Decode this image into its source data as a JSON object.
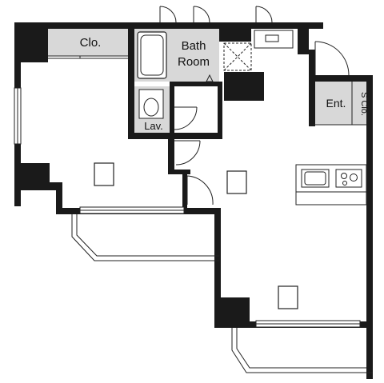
{
  "floor_plan": {
    "rooms": {
      "closet": "Clo.",
      "bath_line1": "Bath",
      "bath_line2": "Room",
      "lavatory": "Lav.",
      "entrance": "Ent.",
      "shoe_closet": "S Clo."
    }
  },
  "colors": {
    "wall": "#1a1a1a",
    "floor": "#ffffff",
    "room_shade": "#d8d8d8",
    "line": "#222222"
  }
}
